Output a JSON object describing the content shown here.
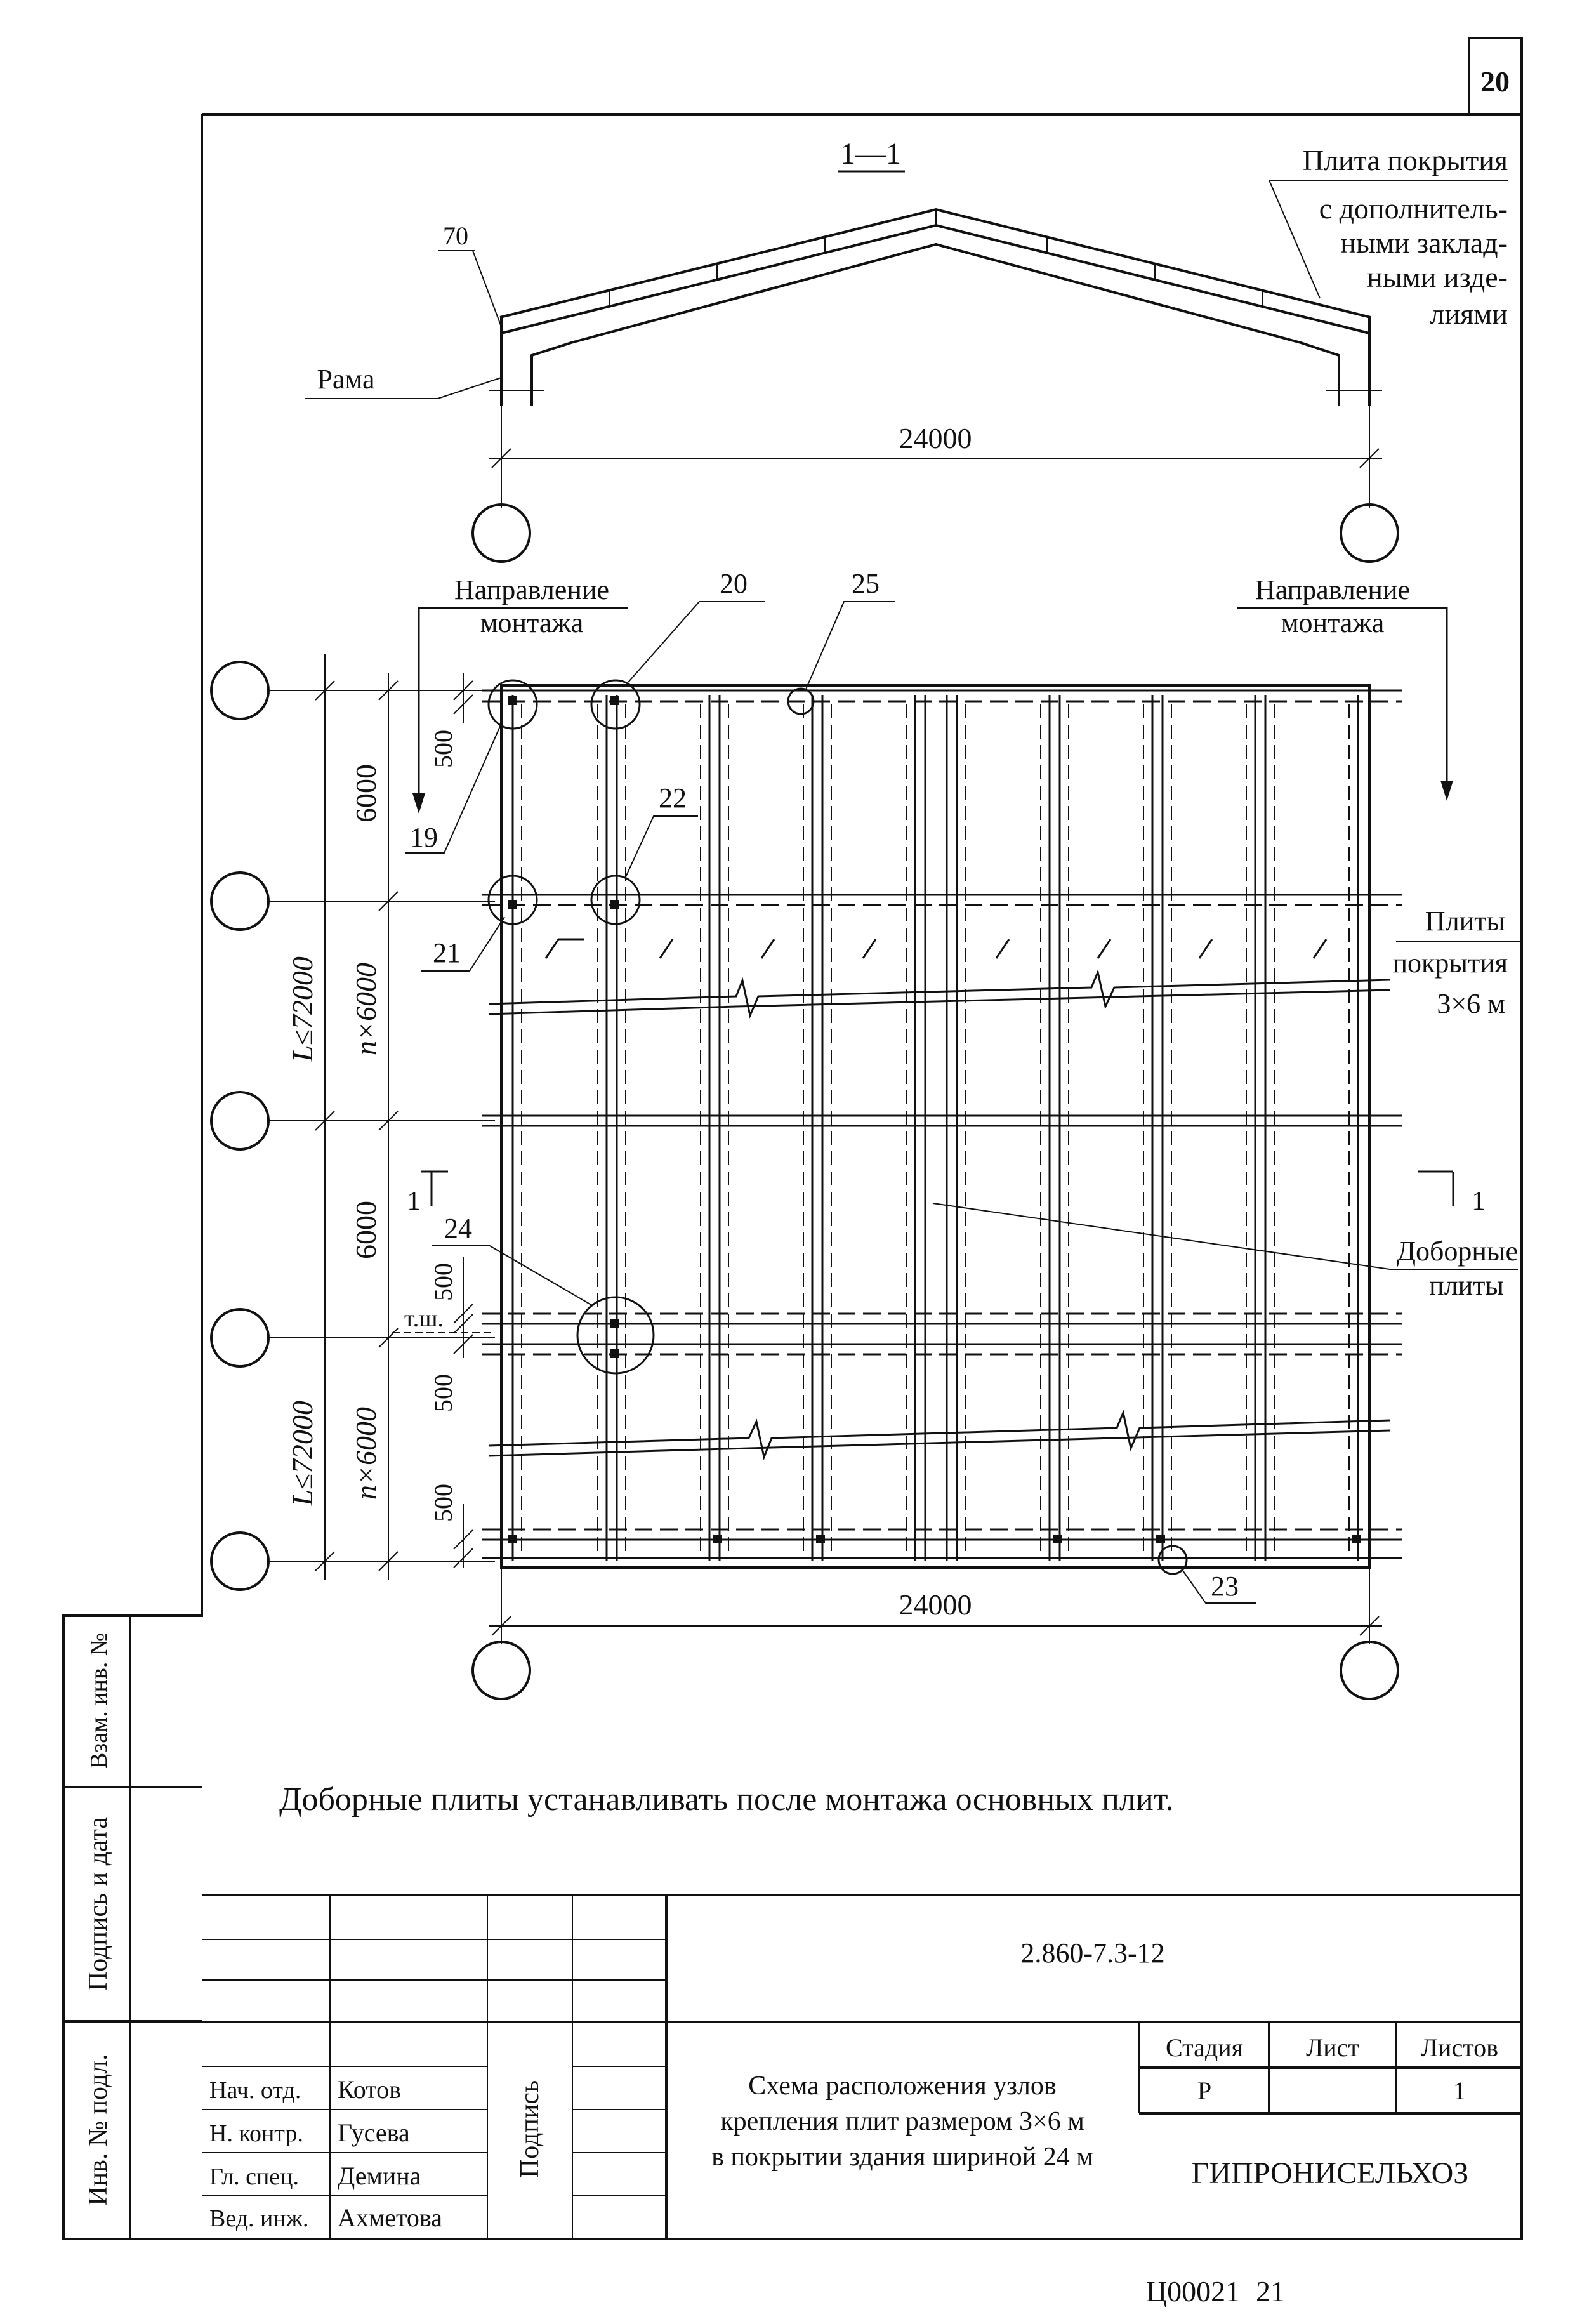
{
  "sheet": {
    "sheet_number": "20",
    "section_mark": "1—1",
    "footer_code": "Ц00021",
    "footer_page": "21"
  },
  "section_view": {
    "frame_label": "Рама",
    "slab_label_lines": [
      "Плита покрытия",
      "с дополнитель-",
      "ными заклад-",
      "ными изде-",
      "лиями"
    ],
    "dim_70": "70",
    "dim_span": "24000"
  },
  "plan_view": {
    "direction_left_lines": [
      "Направление",
      "монтажа"
    ],
    "direction_right_lines": [
      "Направление",
      "монтажа"
    ],
    "callouts": [
      "19",
      "20",
      "21",
      "22",
      "23",
      "24",
      "25"
    ],
    "slab_label_lines": [
      "Плиты",
      "покрытия",
      "3×6 м"
    ],
    "extra_slab_label_lines": [
      "Доборные",
      "плиты"
    ],
    "section_cut": "1",
    "dims_vertical_outer": [
      "L≤72000",
      "L≤72000"
    ],
    "dims_vertical_inner": [
      "6000",
      "n×6000",
      "6000",
      "n×6000"
    ],
    "dims_small": [
      "500",
      "500",
      "500",
      "500"
    ],
    "temp_joint": "т.ш.",
    "dim_span": "24000"
  },
  "note": "Доборные плиты устанавливать после монтажа основных плит.",
  "left_stamp": {
    "fields": [
      "Взам. инв. №",
      "Подпись и дата",
      "Инв. № подл."
    ]
  },
  "title_block": {
    "doc_code": "2.860-7.3-12",
    "signature_header": "Подпись",
    "roles": [
      {
        "role": "Нач. отд.",
        "name": "Котов"
      },
      {
        "role": "Н. контр.",
        "name": "Гусева"
      },
      {
        "role": "Гл. спец.",
        "name": "Демина"
      },
      {
        "role": "Вед. инж.",
        "name": "Ахметова"
      }
    ],
    "title_lines": [
      "Схема расположения узлов",
      "крепления плит размером 3×6 м",
      "в покрытии здания шириной 24 м"
    ],
    "stage_header": "Стадия",
    "sheet_header": "Лист",
    "sheets_header": "Листов",
    "stage_value": "Р",
    "sheet_value": "",
    "sheets_value": "1",
    "organization": "ГИПРОНИСЕЛЬХОЗ"
  }
}
